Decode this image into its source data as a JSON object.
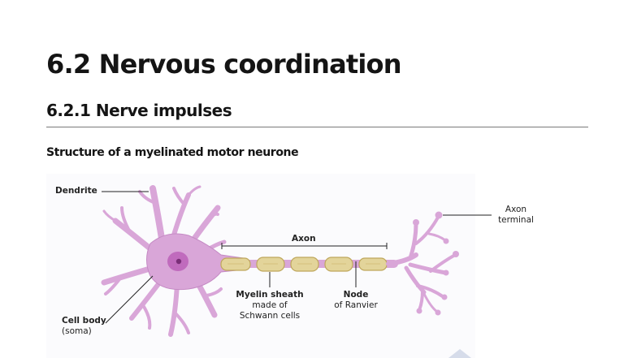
{
  "page": {
    "title": "6.2 Nervous coordination",
    "subtitle": "6.2.1 Nerve impulses",
    "section_heading": "Structure of a myelinated motor neurone"
  },
  "diagram": {
    "labels": {
      "dendrite": "Dendrite",
      "axon": "Axon",
      "axon_terminal_line1": "Axon",
      "axon_terminal_line2": "terminal",
      "cell_body_line1": "Cell body",
      "cell_body_line2": "(soma)",
      "myelin_line1": "Myelin sheath",
      "myelin_line2": "made of",
      "myelin_line3": "Schwann cells",
      "node_line1": "Node",
      "node_line2": "of Ranvier"
    },
    "colors": {
      "neurone_body": "#d9a6d8",
      "neurone_outline": "#c58ac4",
      "nucleus": "#c06bbd",
      "nucleolus": "#7a2f78",
      "myelin": "#e3d49a",
      "myelin_outline": "#bfa75c"
    }
  }
}
